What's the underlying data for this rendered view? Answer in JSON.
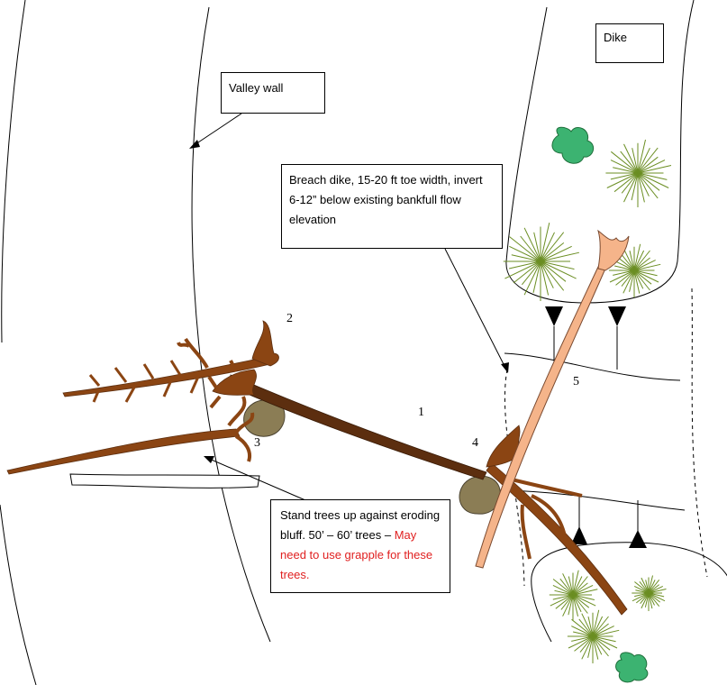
{
  "labels": {
    "dike": "Dike",
    "valley_wall": "Valley wall",
    "breach_note": "Breach dike, 15-20 ft toe width, invert 6-12” below existing bankfull flow elevation",
    "stand_note_black": "Stand trees up against eroding bluff.  50’ – 60’ trees – ",
    "stand_note_red": "May need to use grapple for these trees."
  },
  "tree_numbers": [
    "1",
    "2",
    "3",
    "4",
    "5"
  ],
  "colors": {
    "trunk": "#8b4513",
    "trunk_dark": "#5c2e0f",
    "light_log": "#f5b48a",
    "boulder": "#8b7d55",
    "shrub": "#3cb371",
    "conifer": "#6b8e23",
    "note_red": "#e02020"
  }
}
